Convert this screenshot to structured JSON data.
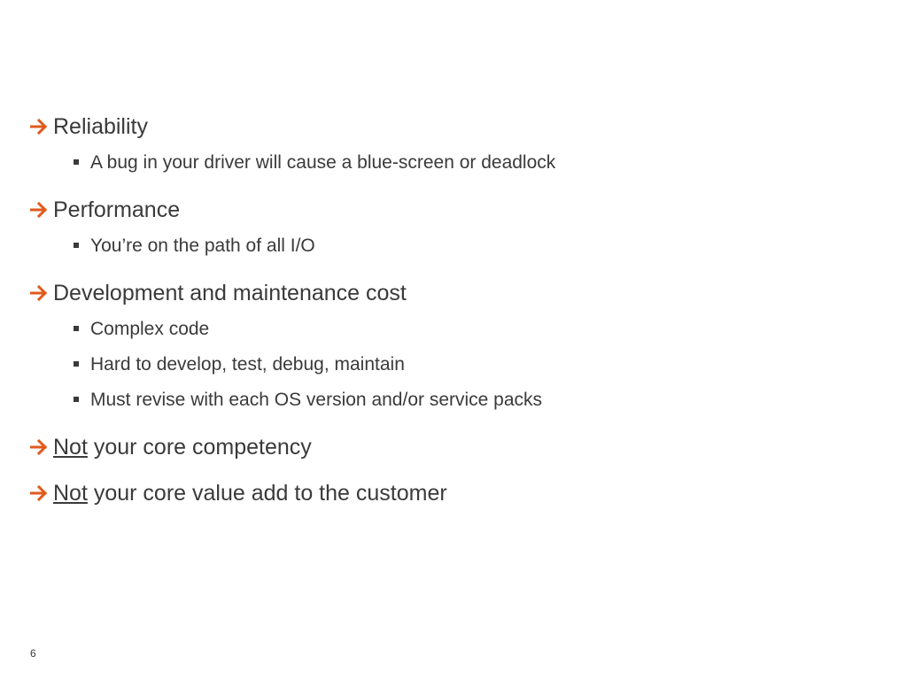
{
  "slide": {
    "page_number": "6",
    "accent_color": "#e05a1c",
    "text_color": "#3a3a3a",
    "bullet_icon": "arrow-right-icon",
    "sub_bullet_icon": "square-bullet-icon",
    "items": [
      {
        "emphasis": "",
        "text": "Reliability",
        "sub": [
          "A bug in your driver will cause a blue-screen or deadlock"
        ]
      },
      {
        "emphasis": "",
        "text": "Performance",
        "sub": [
          "You’re on the path of all I/O"
        ]
      },
      {
        "emphasis": "",
        "text": "Development and maintenance cost",
        "sub": [
          "Complex code",
          "Hard to develop, test, debug, maintain",
          "Must revise with each OS version and/or service packs"
        ]
      },
      {
        "emphasis": "Not",
        "text": " your core competency",
        "sub": []
      },
      {
        "emphasis": "Not",
        "text": " your core value add to the customer",
        "sub": []
      }
    ]
  }
}
